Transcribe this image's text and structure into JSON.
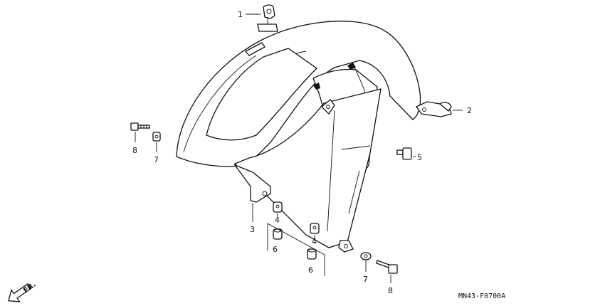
{
  "diagram": {
    "code": "MN43-F0700A",
    "direction_label": "FR.",
    "callouts": [
      {
        "id": "c1",
        "label": "1"
      },
      {
        "id": "c2",
        "label": "2"
      },
      {
        "id": "c3",
        "label": "3"
      },
      {
        "id": "c4a",
        "label": "4"
      },
      {
        "id": "c4b",
        "label": "4"
      },
      {
        "id": "c5",
        "label": "5"
      },
      {
        "id": "c6a",
        "label": "6"
      },
      {
        "id": "c6b",
        "label": "6"
      },
      {
        "id": "c7a",
        "label": "7"
      },
      {
        "id": "c7b",
        "label": "7"
      },
      {
        "id": "c8a",
        "label": "8"
      },
      {
        "id": "c8b",
        "label": "8"
      }
    ]
  }
}
